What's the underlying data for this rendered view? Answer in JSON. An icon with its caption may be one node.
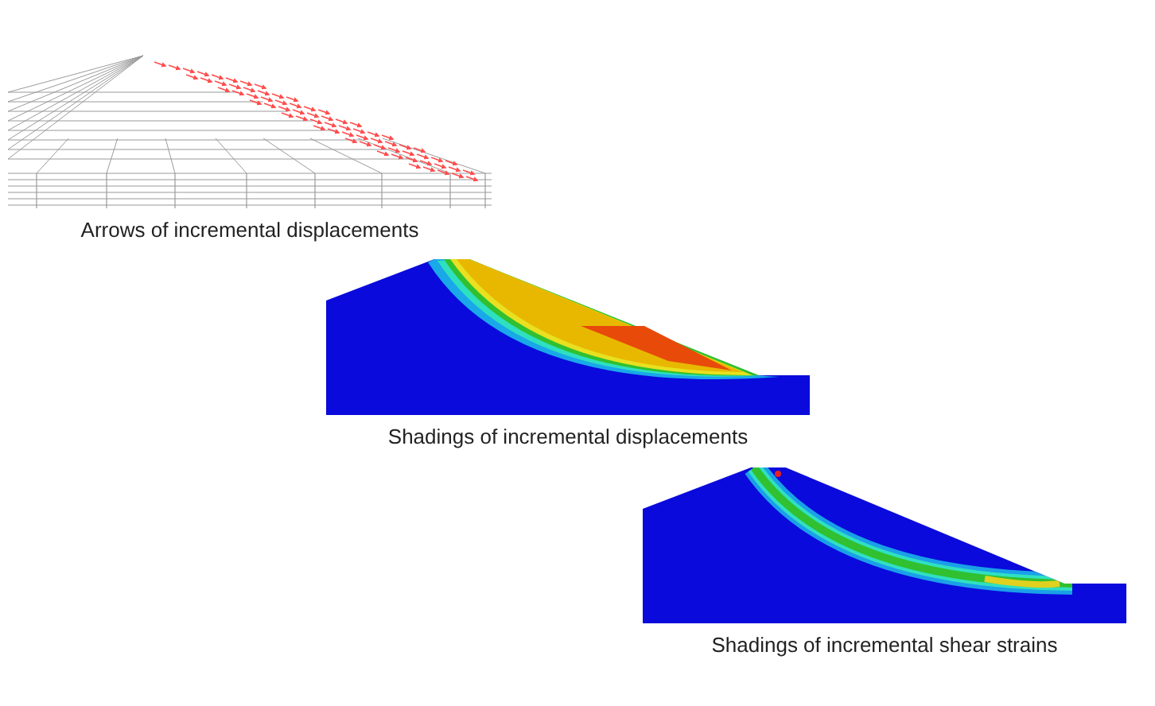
{
  "diagram": {
    "nodes": [
      {
        "text": [],
        "shape": "picture",
        "beside": [
          "Arrows of incremental displacements"
        ]
      },
      {
        "text": [],
        "shape": "picture",
        "beside": [
          "Shadings of incremental displacements"
        ]
      },
      {
        "text": [],
        "shape": "picture",
        "beside": [
          "Shadings of incremental shear strains"
        ]
      }
    ]
  }
}
